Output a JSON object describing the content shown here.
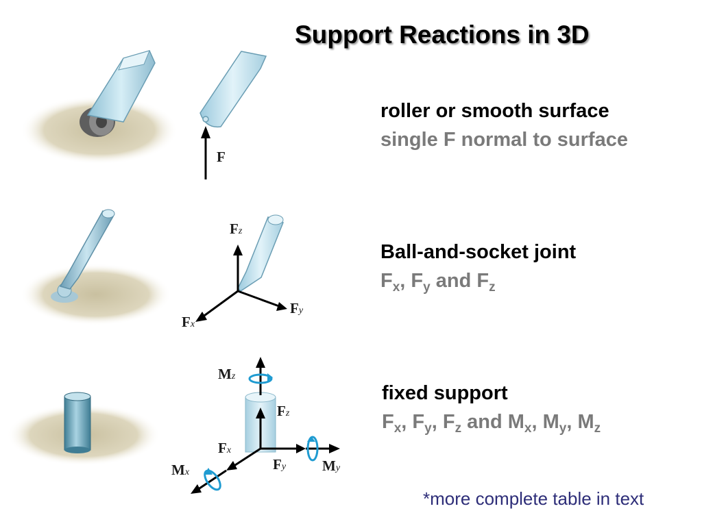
{
  "title": "Support Reactions in 3D",
  "rows": [
    {
      "heading": "roller or smooth surface",
      "description": "single F normal to surface",
      "fbd_labels": [
        "F"
      ]
    },
    {
      "heading": "Ball-and-socket joint",
      "description_parts": [
        "F",
        "x",
        ", F",
        "y",
        " and F",
        "z"
      ],
      "fbd_labels": [
        "Fz",
        "Fx",
        "Fy"
      ]
    },
    {
      "heading": "fixed support",
      "description_parts": [
        "F",
        "x",
        ", F",
        "y",
        ", F",
        "z",
        " and M",
        "x",
        ", M",
        "y",
        ", M",
        "z"
      ],
      "fbd_labels": [
        "Mz",
        "Fz",
        "Fx",
        "Fy",
        "Mx",
        "My"
      ]
    }
  ],
  "footnote": "*more complete table in text",
  "colors": {
    "member": "#b9dcea",
    "member_dark": "#6fa6bd",
    "ground": "#d9d2b8",
    "moment_arrow": "#1f9bd1",
    "description": "#7a7a7a",
    "footnote": "#2d2d78"
  }
}
